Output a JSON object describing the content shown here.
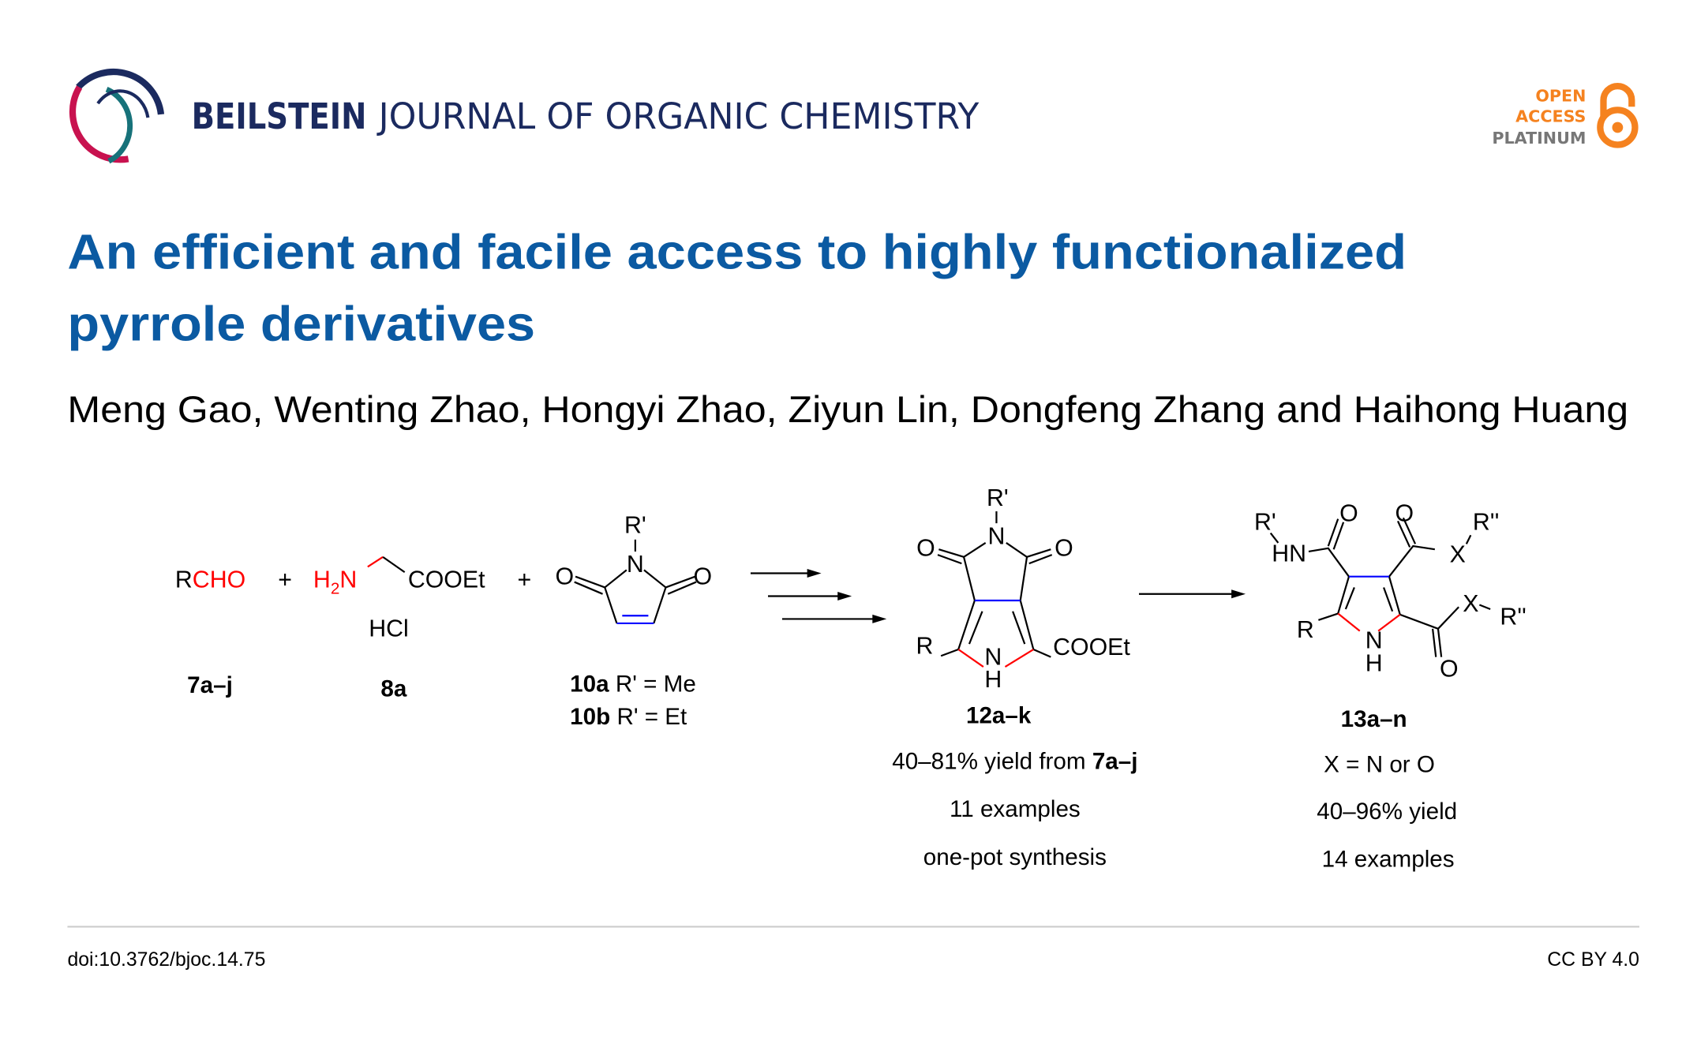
{
  "header": {
    "journal_bold": "BEILSTEIN",
    "journal_rest": "JOURNAL OF ORGANIC CHEMISTRY",
    "badge": {
      "line1": "OPEN",
      "line2": "ACCESS",
      "line3": "PLATINUM"
    },
    "colors": {
      "navy": "#1b2a5f",
      "crimson": "#c8124f",
      "teal": "#17727a",
      "orange": "#f5821f",
      "gray": "#777777"
    }
  },
  "article": {
    "title_line1": "An efficient and facile access to highly functionalized",
    "title_line2": "pyrrole derivatives",
    "authors": "Meng Gao, Wenting Zhao, Hongyi Zhao, Ziyun Lin, Dongfeng Zhang and Haihong Huang",
    "title_color": "#0b5aa2"
  },
  "scheme": {
    "plus": "+",
    "reagent1": {
      "r": "R",
      "cho": "CHO",
      "label": "7a–j"
    },
    "reagent2": {
      "h": "H",
      "sub": "2",
      "n": "N",
      "ester": "COOEt",
      "salt": "HCl",
      "label": "8a"
    },
    "reagent3": {
      "rp": "R'",
      "n": "N",
      "o": "O",
      "label_a_bold": "10a",
      "label_a_rest": " R' = Me",
      "label_b_bold": "10b",
      "label_b_rest": " R' = Et"
    },
    "product12": {
      "rp": "R'",
      "n": "N",
      "o": "O",
      "r": "R",
      "nh_n": "N",
      "nh_h": "H",
      "ester": "COOEt",
      "label": "12a–k",
      "yield_pre": "40–81% yield from ",
      "yield_bold": "7a–j",
      "examples": "11 examples",
      "note": "one-pot synthesis"
    },
    "product13": {
      "rp": "R'",
      "hn": "HN",
      "o": "O",
      "x": "X",
      "rpp": "R''",
      "r": "R",
      "nh_n": "N",
      "nh_h": "H",
      "label": "13a–n",
      "x_def": "X = N or O",
      "yield": "40–96% yield",
      "examples": "14 examples"
    }
  },
  "footer": {
    "doi": "doi:10.3762/bjoc.14.75",
    "license": "CC BY 4.0"
  }
}
